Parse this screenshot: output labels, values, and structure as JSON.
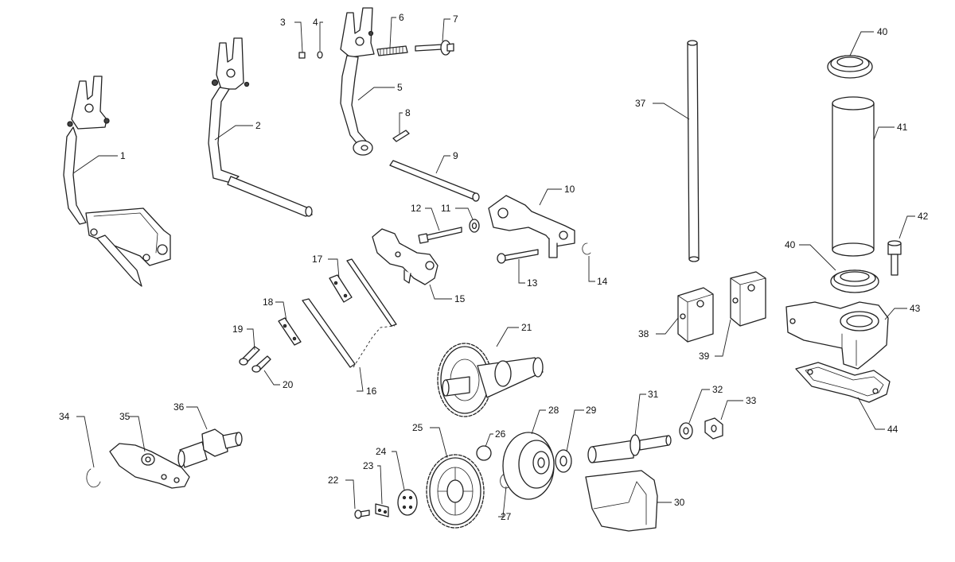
{
  "callouts": {
    "p1": "1",
    "p2": "2",
    "p3": "3",
    "p4": "4",
    "p5": "5",
    "p6": "6",
    "p7": "7",
    "p8": "8",
    "p9": "9",
    "p10": "10",
    "p11": "11",
    "p12": "12",
    "p13": "13",
    "p14": "14",
    "p15": "15",
    "p16": "16",
    "p17": "17",
    "p18": "18",
    "p19": "19",
    "p20": "20",
    "p21": "21",
    "p22": "22",
    "p23": "23",
    "p24": "24",
    "p25": "25",
    "p26": "26",
    "p27": "27",
    "p28": "28",
    "p29": "29",
    "p30": "30",
    "p31": "31",
    "p32": "32",
    "p33": "33",
    "p34": "34",
    "p35": "35",
    "p36": "36",
    "p37": "37",
    "p38": "38",
    "p39": "39",
    "p40a": "40",
    "p40b": "40",
    "p41": "41",
    "p42": "42",
    "p43": "43",
    "p44": "44"
  }
}
